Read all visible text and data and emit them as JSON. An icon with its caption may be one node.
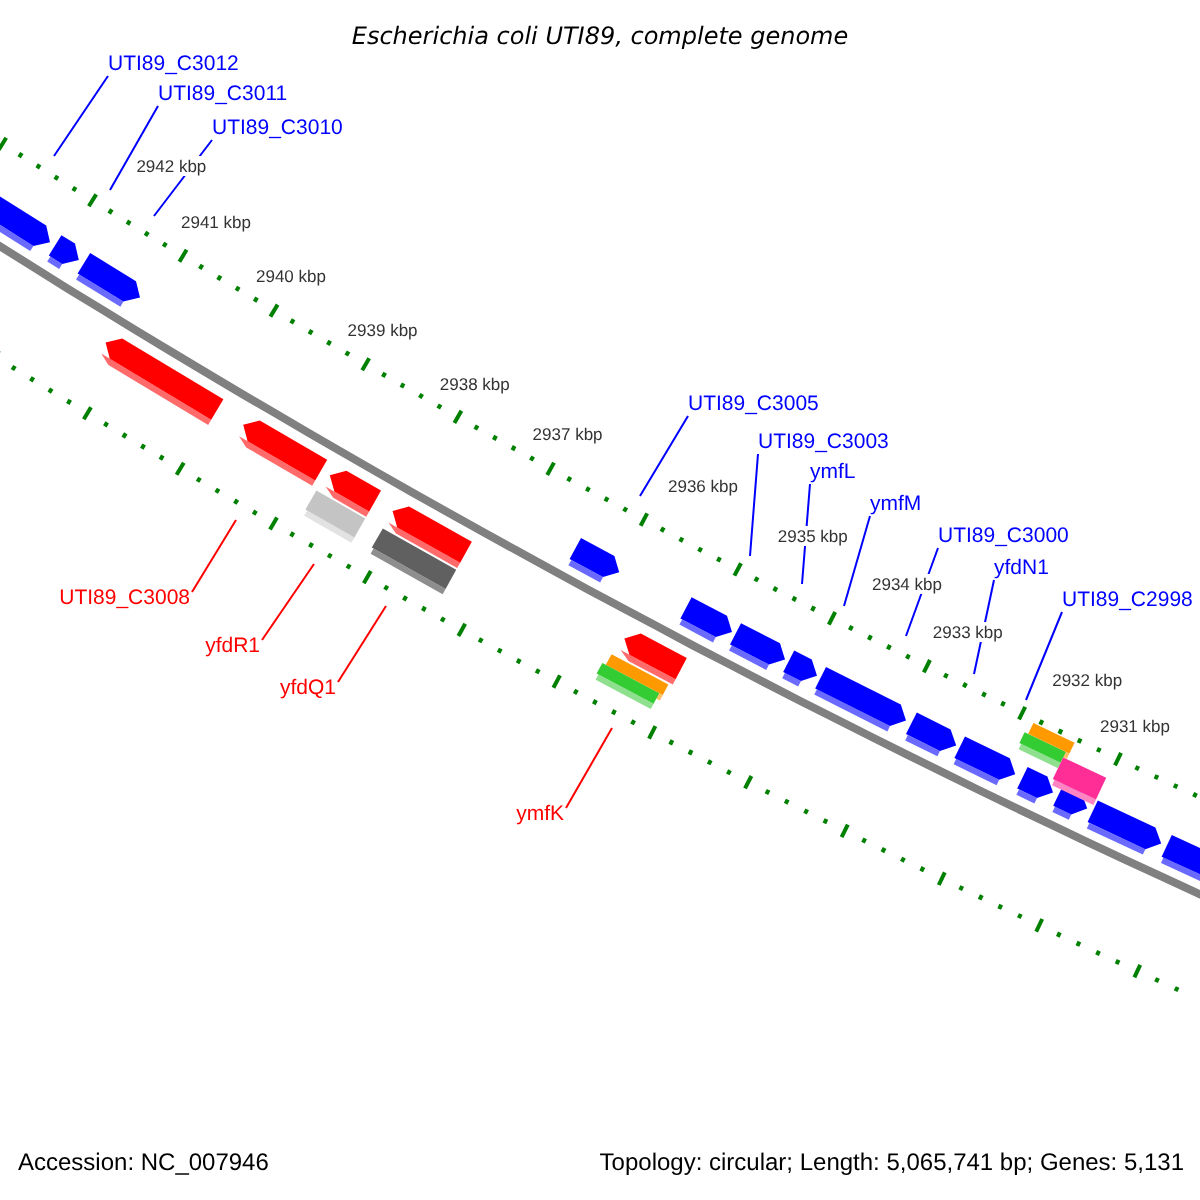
{
  "diagram": {
    "title": "Escherichia coli UTI89, complete genome",
    "nodes": [
      {
        "text": [
          "UTI89_C3012"
        ]
      },
      {
        "text": [
          "UTI89_C3011"
        ]
      },
      {
        "text": [
          "UTI89_C3010"
        ]
      },
      {
        "text": [
          "UTI89_C3005"
        ]
      },
      {
        "text": [
          "UTI89_C3003"
        ]
      },
      {
        "text": [
          "ymfL"
        ]
      },
      {
        "text": [
          "ymfM"
        ]
      },
      {
        "text": [
          "UTI89_C3000"
        ]
      },
      {
        "text": [
          "yfdN1"
        ]
      },
      {
        "text": [
          "UTI89_C2998"
        ]
      },
      {
        "text": [
          "UTI89_C3008"
        ]
      },
      {
        "text": [
          "yfdR1"
        ]
      },
      {
        "text": [
          "yfdQ1"
        ]
      },
      {
        "text": [
          "ymfK"
        ]
      }
    ],
    "edges": [
      {
        "from": 0,
        "to": null,
        "arrow": "none"
      },
      {
        "from": 1,
        "to": null,
        "arrow": "none"
      },
      {
        "from": 2,
        "to": null,
        "arrow": "none"
      },
      {
        "from": 3,
        "to": null,
        "arrow": "none"
      },
      {
        "from": 4,
        "to": null,
        "arrow": "none"
      },
      {
        "from": 5,
        "to": null,
        "arrow": "none"
      },
      {
        "from": 6,
        "to": null,
        "arrow": "none"
      },
      {
        "from": 7,
        "to": null,
        "arrow": "none"
      },
      {
        "from": 8,
        "to": null,
        "arrow": "none"
      },
      {
        "from": 9,
        "to": null,
        "arrow": "none"
      },
      {
        "from": 10,
        "to": null,
        "arrow": "none",
        "color": "#ff0000"
      },
      {
        "from": 11,
        "to": null,
        "arrow": "none",
        "color": "#ff0000"
      },
      {
        "from": 12,
        "to": null,
        "arrow": "none",
        "color": "#ff0000"
      },
      {
        "from": 13,
        "to": null,
        "arrow": "none",
        "color": "#ff0000"
      }
    ],
    "labels": [
      "2942 kbp",
      "2941 kbp",
      "2940 kbp",
      "2939 kbp",
      "2938 kbp",
      "2937 kbp",
      "2936 kbp",
      "2935 kbp",
      "2934 kbp",
      "2933 kbp",
      "2932 kbp",
      "2931 kbp",
      "Accession: NC_007946",
      "Topology: circular; Length: 5,065,741 bp; Genes: 5,131"
    ]
  }
}
